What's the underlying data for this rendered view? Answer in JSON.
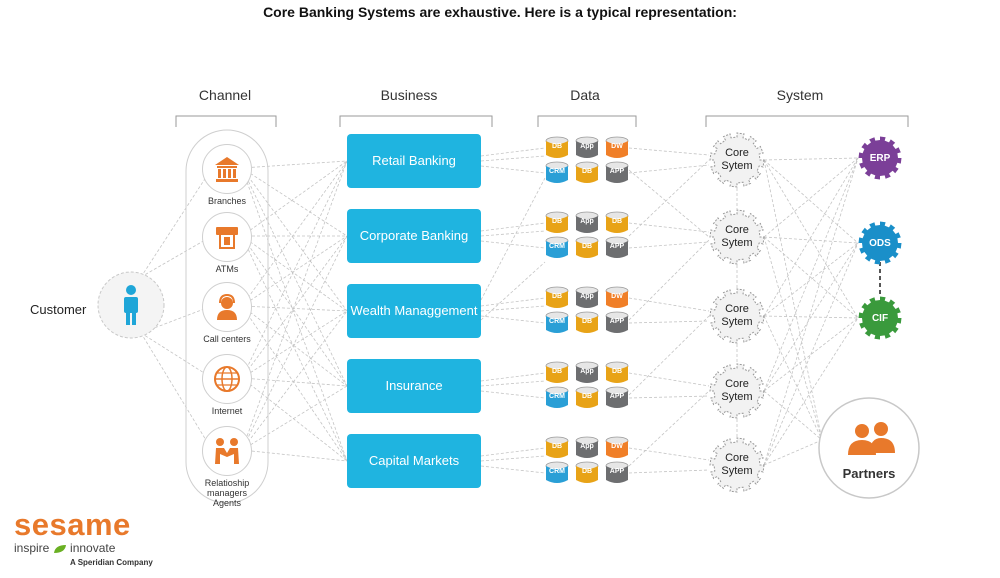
{
  "title": "Core Banking Systems are exhaustive. Here is a typical representation:",
  "columns": {
    "channel": "Channel",
    "business": "Business",
    "data": "Data",
    "system": "System"
  },
  "customer": {
    "label": "Customer",
    "icon": "person-icon"
  },
  "channels": [
    {
      "label": "Branches",
      "icon": "bank-building-icon"
    },
    {
      "label": "ATMs",
      "icon": "atm-icon"
    },
    {
      "label": "Call centers",
      "icon": "headset-agent-icon"
    },
    {
      "label": "Internet",
      "icon": "globe-icon"
    },
    {
      "label": "Relatioship managers Agents",
      "icon": "handshake-icon"
    }
  ],
  "business": [
    {
      "label": "Retail Banking"
    },
    {
      "label": "Corporate Banking"
    },
    {
      "label": "Wealth Managgement"
    },
    {
      "label": "Insurance"
    },
    {
      "label": "Capital Markets"
    }
  ],
  "data_groups": [
    {
      "top": [
        "DB",
        "App",
        "DW"
      ],
      "bottom": [
        "CRM",
        "DB",
        "APP"
      ]
    },
    {
      "top": [
        "DB",
        "App",
        "DB"
      ],
      "bottom": [
        "CRM",
        "DB",
        "APP"
      ]
    },
    {
      "top": [
        "DB",
        "App",
        "DW"
      ],
      "bottom": [
        "CRM",
        "DB",
        "APP"
      ]
    },
    {
      "top": [
        "DB",
        "App",
        "DB"
      ],
      "bottom": [
        "CRM",
        "DB",
        "APP"
      ]
    },
    {
      "top": [
        "DB",
        "App",
        "DW"
      ],
      "bottom": [
        "CRM",
        "DB",
        "APP"
      ]
    }
  ],
  "core_systems": [
    {
      "label": "Core Sytem"
    },
    {
      "label": "Core Sytem"
    },
    {
      "label": "Core Sytem"
    },
    {
      "label": "Core Sytem"
    },
    {
      "label": "Core Sytem"
    }
  ],
  "systems": [
    {
      "label": "ERP",
      "color": "#7b3f98"
    },
    {
      "label": "ODS",
      "color": "#1a8fc9"
    },
    {
      "label": "CIF",
      "color": "#3a9a3c"
    }
  ],
  "partners": {
    "label": "Partners",
    "icon": "partners-people-icon"
  },
  "colors": {
    "business": "#1fb4e0",
    "orange": "#e8792b",
    "db_orange": "#e8a317",
    "db_gray": "#6d6e70",
    "db_blue": "#2a9fd6",
    "dw_orange": "#f07f28"
  },
  "logo": {
    "name": "sesame",
    "tagline_left": "inspire",
    "tagline_right": "innovate",
    "sub": "A Speridian Company"
  }
}
